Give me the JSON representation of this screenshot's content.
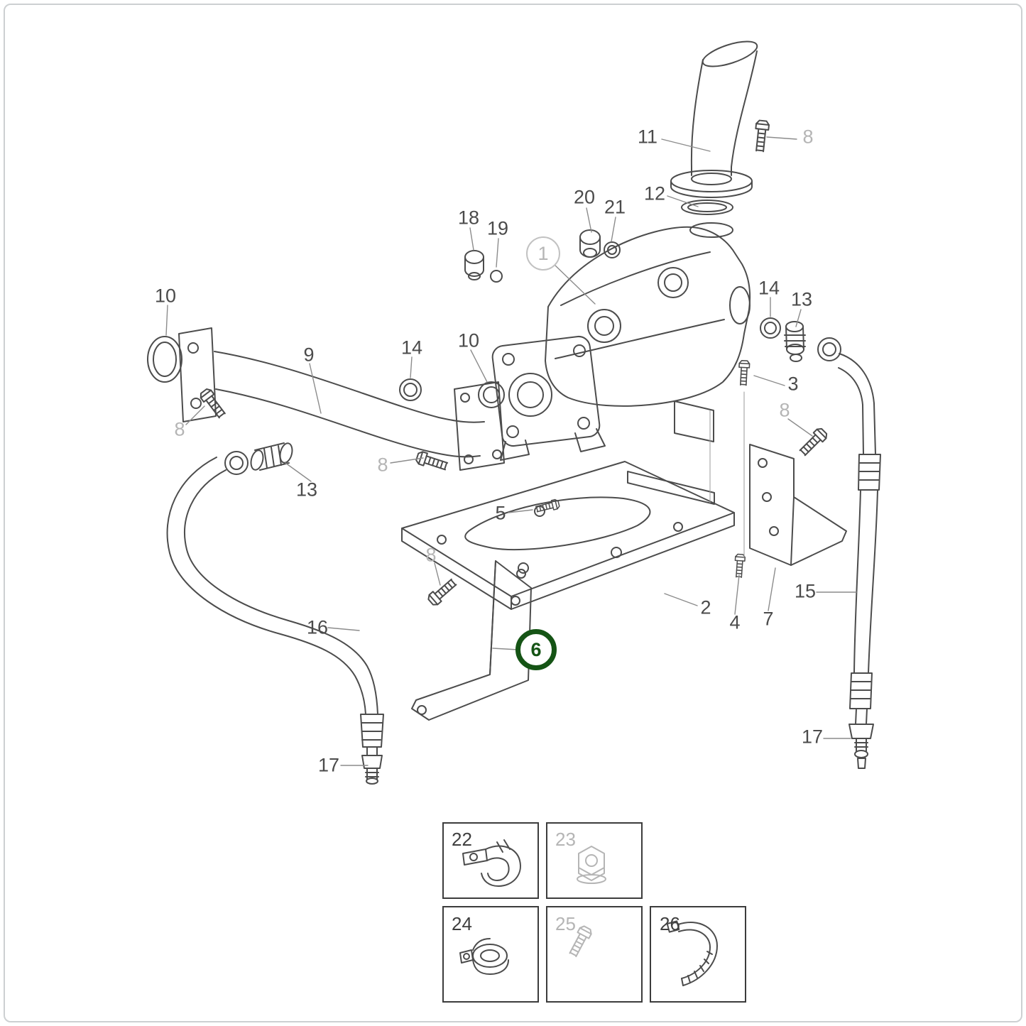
{
  "frame": {
    "background": "#ffffff",
    "border_color": "#cdd0d2"
  },
  "diagram": {
    "accent_green": "#155415",
    "muted_gray": "#b5b5b5",
    "line_gray": "#4b4b4b",
    "callouts": [
      {
        "label": "11",
        "variant": "plain"
      },
      {
        "label": "8",
        "variant": "muted"
      },
      {
        "label": "20",
        "variant": "plain"
      },
      {
        "label": "21",
        "variant": "plain"
      },
      {
        "label": "12",
        "variant": "plain"
      },
      {
        "label": "18",
        "variant": "plain"
      },
      {
        "label": "19",
        "variant": "plain"
      },
      {
        "label": "1",
        "variant": "circled-muted"
      },
      {
        "label": "10",
        "variant": "plain"
      },
      {
        "label": "14",
        "variant": "plain"
      },
      {
        "label": "13",
        "variant": "plain"
      },
      {
        "label": "9",
        "variant": "plain"
      },
      {
        "label": "14",
        "variant": "plain"
      },
      {
        "label": "10",
        "variant": "plain"
      },
      {
        "label": "3",
        "variant": "plain"
      },
      {
        "label": "8",
        "variant": "muted"
      },
      {
        "label": "8",
        "variant": "muted"
      },
      {
        "label": "13",
        "variant": "plain"
      },
      {
        "label": "8",
        "variant": "muted"
      },
      {
        "label": "5",
        "variant": "plain"
      },
      {
        "label": "8",
        "variant": "muted"
      },
      {
        "label": "2",
        "variant": "plain"
      },
      {
        "label": "4",
        "variant": "plain"
      },
      {
        "label": "7",
        "variant": "plain"
      },
      {
        "label": "15",
        "variant": "plain"
      },
      {
        "label": "16",
        "variant": "plain"
      },
      {
        "label": "6",
        "variant": "circled-selected"
      },
      {
        "label": "17",
        "variant": "plain"
      },
      {
        "label": "17",
        "variant": "plain"
      }
    ],
    "legend": [
      {
        "label": "22",
        "muted": false,
        "icon": "hose-clamp-icon"
      },
      {
        "label": "23",
        "muted": true,
        "icon": "flange-nut-icon"
      },
      {
        "label": "24",
        "muted": false,
        "icon": "cushioned-clamp-icon"
      },
      {
        "label": "25",
        "muted": true,
        "icon": "hex-bolt-icon"
      },
      {
        "label": "26",
        "muted": false,
        "icon": "cable-tie-icon"
      }
    ]
  }
}
